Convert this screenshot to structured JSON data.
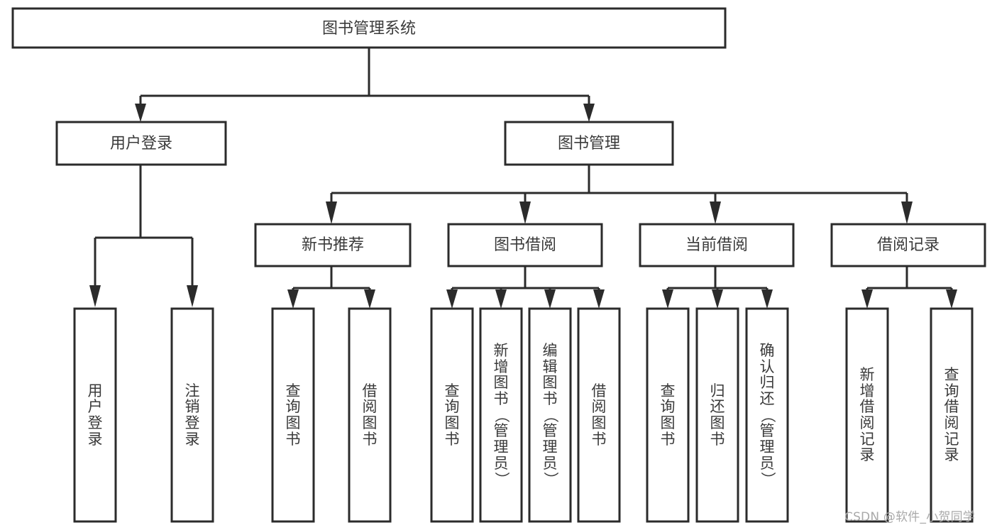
{
  "diagram": {
    "type": "tree",
    "title": "图书管理系统",
    "orientation": "top-down",
    "colors": {
      "box_stroke": "#2b2b2b",
      "box_fill": "#ffffff",
      "text": "#3a3a3a",
      "connector": "#2b2b2b",
      "background": "#ffffff",
      "watermark": "#a9a9a9"
    },
    "root": {
      "label": "图书管理系统"
    },
    "level2": [
      {
        "label": "用户登录"
      },
      {
        "label": "图书管理"
      }
    ],
    "level3": [
      {
        "label": "新书推荐"
      },
      {
        "label": "图书借阅"
      },
      {
        "label": "当前借阅"
      },
      {
        "label": "借阅记录"
      }
    ],
    "leaves": {
      "user_login": [
        {
          "label": "用户登录"
        },
        {
          "label": "注销登录"
        }
      ],
      "new_book_recommend": [
        {
          "label": "查询图书"
        },
        {
          "label": "借阅图书"
        }
      ],
      "book_borrow": [
        {
          "label": "查询图书"
        },
        {
          "label": "新增图书（管理员）"
        },
        {
          "label": "编辑图书（管理员）"
        },
        {
          "label": "借阅图书"
        }
      ],
      "current_borrow": [
        {
          "label": "查询图书"
        },
        {
          "label": "归还图书"
        },
        {
          "label": "确认归还（管理员）"
        }
      ],
      "borrow_record": [
        {
          "label": "新增借阅记录"
        },
        {
          "label": "查询借阅记录"
        }
      ]
    }
  },
  "watermark": {
    "text": "CSDN @软件_小贺同学"
  }
}
